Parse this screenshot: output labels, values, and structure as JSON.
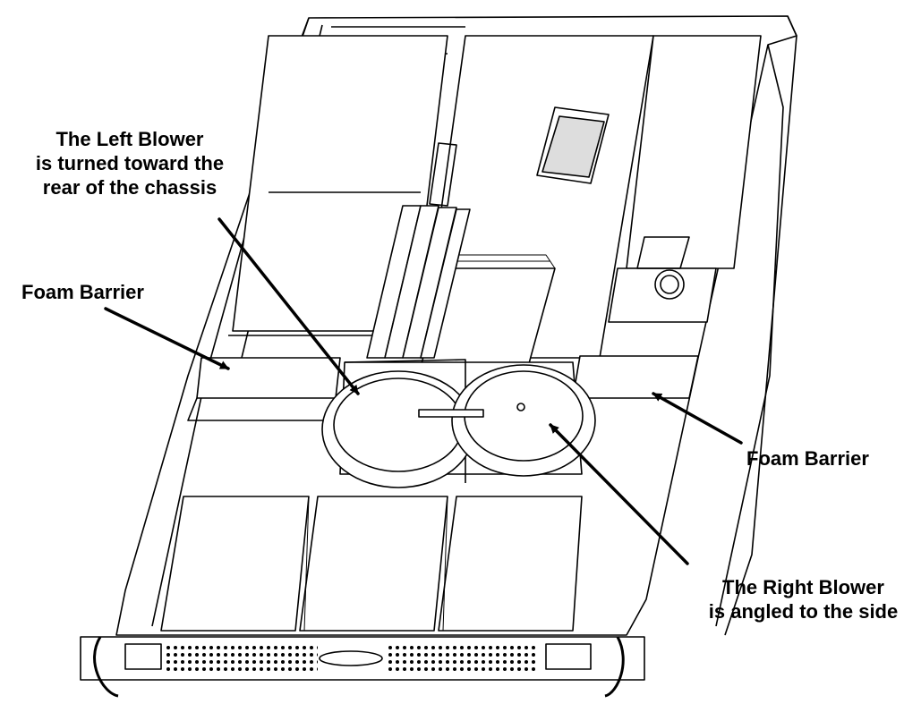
{
  "callouts": {
    "left_blower": {
      "line1": "The Left Blower",
      "line2": "is turned toward the",
      "line3": "rear of the chassis"
    },
    "foam_left": "Foam Barrier",
    "foam_right": "Foam Barrier",
    "right_blower": {
      "line1": "The Right Blower",
      "line2": "is angled to the side"
    }
  },
  "colors": {
    "line": "#000000",
    "riser_card": "#f5f0c8",
    "riser_outline": "#c9a843",
    "background": "#ffffff"
  }
}
